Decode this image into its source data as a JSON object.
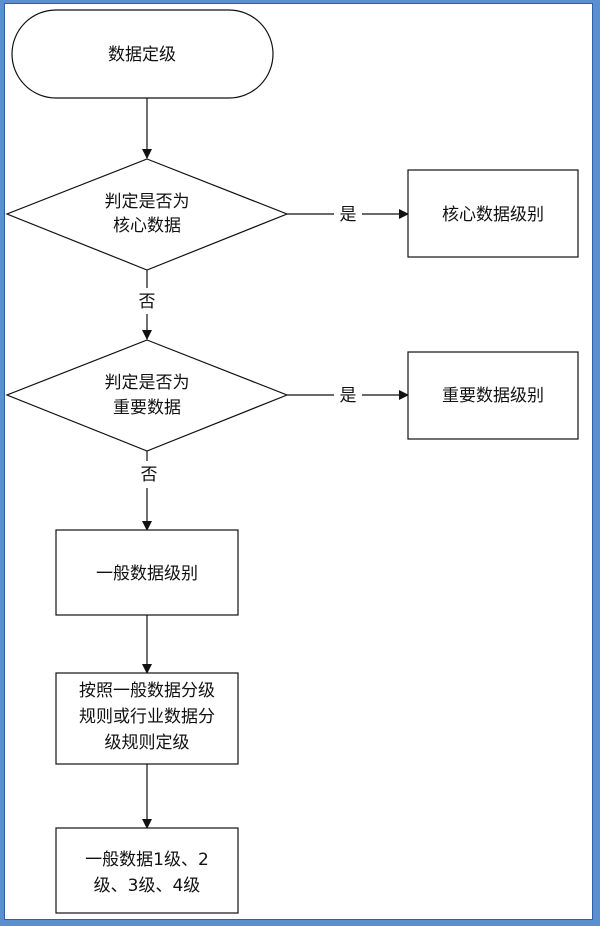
{
  "nodes": {
    "start": "数据定级",
    "decision_core": [
      "判定是否为",
      "核心数据"
    ],
    "core_level": "核心数据级别",
    "decision_important": [
      "判定是否为",
      "重要数据"
    ],
    "important_level": "重要数据级别",
    "general_level": "一般数据级别",
    "rule_grading": [
      "按照一般数据分级",
      "规则或行业数据分",
      "级规则定级"
    ],
    "general_sub_levels": [
      "一般数据1级、2",
      "级、3级、4级"
    ]
  },
  "edges": {
    "yes_1": "是",
    "no_1": "否",
    "yes_2": "是",
    "no_2": "否"
  },
  "colors": {
    "page_border": "#5b8fd0",
    "line": "#111111",
    "fill": "#ffffff"
  }
}
